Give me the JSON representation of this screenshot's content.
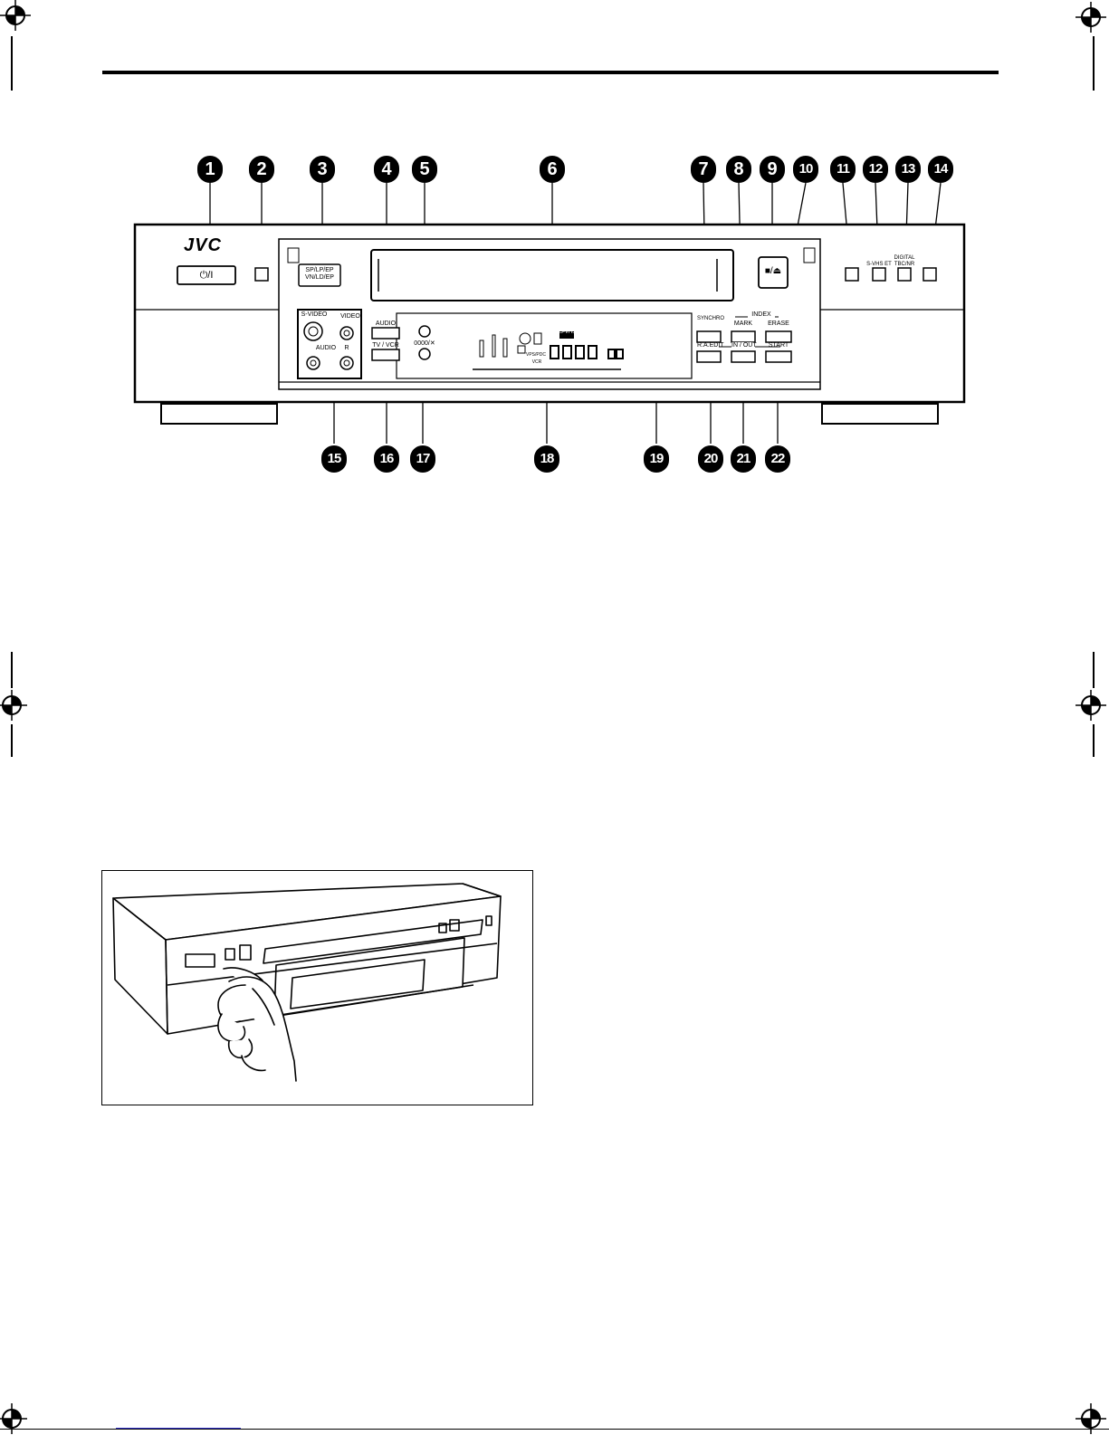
{
  "front_panel": {
    "brand": "JVC",
    "buttons": {
      "power": "⏻/I",
      "speed": "SP/LP/EP\nVN/LD/EP",
      "audio": "AUDIO",
      "tv_vcr": "TV / VCR",
      "counter": "0000/✕",
      "stop_eject": "■/⏏",
      "synchro": "SYNCHRO",
      "mark": "MARK",
      "erase": "ERASE",
      "r_a_edit": "R.A.EDIT",
      "in_out": "IN / OUT",
      "start": "START",
      "s_vhs_et": "S-VHS ET",
      "digital_tbc_nr": "DIGITAL\nTBC/NR"
    },
    "jack_labels": {
      "s_video": "S-VIDEO",
      "video": "VIDEO",
      "audio": "AUDIO",
      "r": "R"
    },
    "group_labels": {
      "index": "INDEX"
    },
    "display": {
      "digits": "8:8:8:8 88",
      "vps": "VPS/PDC",
      "vcr": "VCR",
      "svhs": "S-VHS"
    }
  },
  "callouts": [
    "1",
    "2",
    "3",
    "4",
    "5",
    "6",
    "7",
    "8",
    "9",
    "10",
    "11",
    "12",
    "13",
    "14",
    "15",
    "16",
    "17",
    "18",
    "19",
    "20",
    "21",
    "22"
  ]
}
